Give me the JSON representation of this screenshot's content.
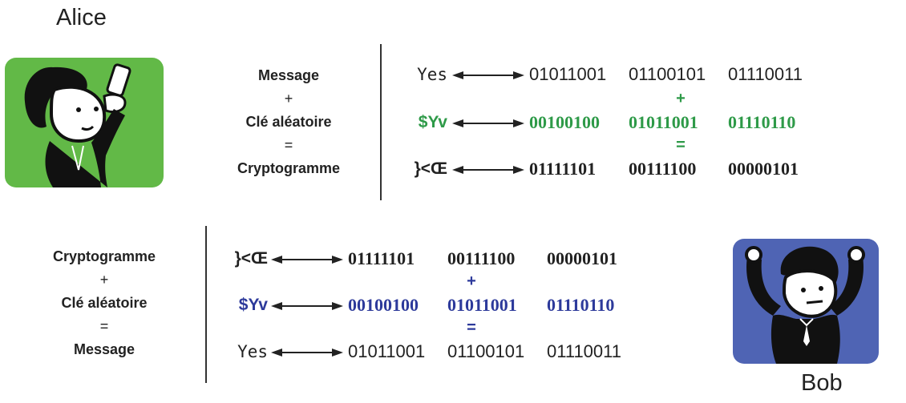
{
  "alice": {
    "name": "Alice",
    "colors": {
      "background": "#62b947",
      "figure": "#111111",
      "skin": "#ffffff"
    }
  },
  "bob": {
    "name": "Bob",
    "colors": {
      "background": "#4f64b4",
      "figure": "#111111",
      "skin": "#ffffff"
    }
  },
  "top_block": {
    "labels": {
      "message": "Message",
      "plus": "+",
      "key": "Clé aléatoire",
      "equals": "=",
      "cipher": "Cryptogramme"
    },
    "rows": [
      {
        "symbol": "Yes",
        "bits": [
          "01011001",
          "01100101",
          "01110011"
        ]
      },
      {
        "symbol": "$Yv",
        "bits": [
          "00100100",
          "01011001",
          "01110110"
        ]
      },
      {
        "symbol": "}<Œ",
        "bits": [
          "01111101",
          "00111100",
          "00000101"
        ]
      }
    ],
    "plus": "+",
    "equals": "=",
    "key_color": "#2e9a48"
  },
  "bottom_block": {
    "labels": {
      "cipher": "Cryptogramme",
      "plus": "+",
      "key": "Clé aléatoire",
      "equals": "=",
      "message": "Message"
    },
    "rows": [
      {
        "symbol": "}<Œ",
        "bits": [
          "01111101",
          "00111100",
          "00000101"
        ]
      },
      {
        "symbol": "$Yv",
        "bits": [
          "00100100",
          "01011001",
          "01110110"
        ]
      },
      {
        "symbol": "Yes",
        "bits": [
          "01011001",
          "01100101",
          "01110011"
        ]
      }
    ],
    "plus": "+",
    "equals": "=",
    "key_color": "#2d3a9b"
  }
}
